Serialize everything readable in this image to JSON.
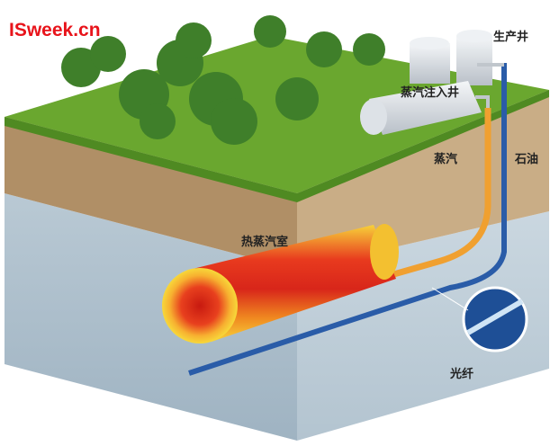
{
  "logo": "ISweek.cn",
  "labels": {
    "production_well": "生产井",
    "steam_injection_well": "蒸汽注入井",
    "steam": "蒸汽",
    "oil": "石油",
    "steam_chamber": "热蒸汽室",
    "fiber_optic": "光纤"
  },
  "colors": {
    "logo": "#e8141b",
    "grass": "#6aa72f",
    "soil": "#b89a72",
    "rock": "#a9bccb",
    "steam": "#f0a030",
    "oil_pipe": "#2a5ca8"
  }
}
